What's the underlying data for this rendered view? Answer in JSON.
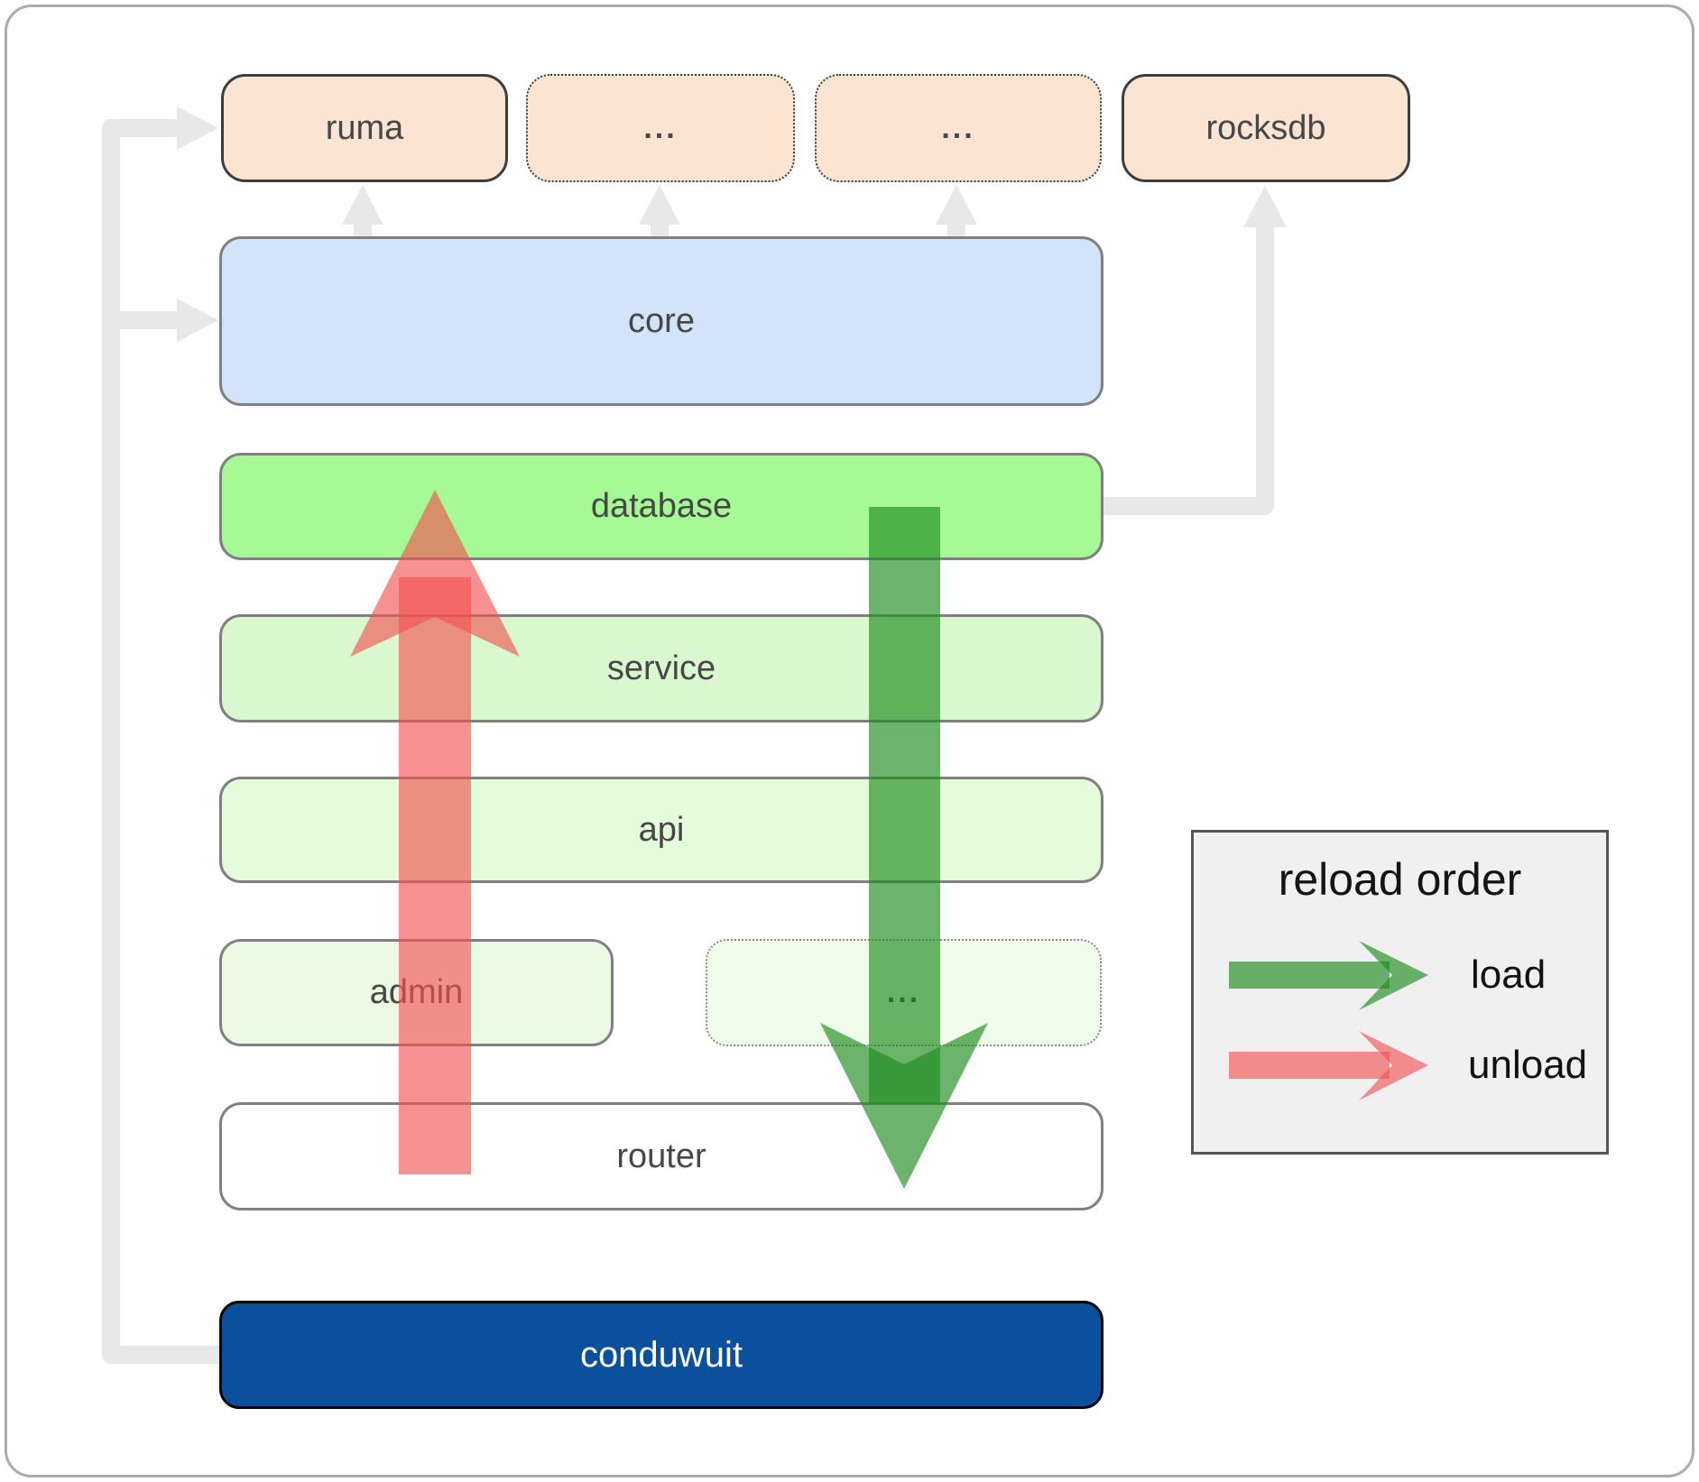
{
  "diagram": {
    "top_row": [
      {
        "label": "ruma",
        "border": "solid"
      },
      {
        "label": "...",
        "border": "dotted"
      },
      {
        "label": "...",
        "border": "dotted"
      },
      {
        "label": "rocksdb",
        "border": "solid"
      }
    ],
    "core": {
      "label": "core"
    },
    "database": {
      "label": "database"
    },
    "service": {
      "label": "service"
    },
    "api": {
      "label": "api"
    },
    "admin": {
      "label": "admin"
    },
    "admin_more": {
      "label": "..."
    },
    "router": {
      "label": "router"
    },
    "app": {
      "label": "conduwuit"
    }
  },
  "legend": {
    "title": "reload order",
    "items": [
      {
        "label": "load",
        "color": "#1d8c1d"
      },
      {
        "label": "unload",
        "color": "#f25050"
      }
    ]
  },
  "colors": {
    "load_green": "#1d8c1d",
    "unload_red": "#f25050",
    "connector_gray": "#e8e8e8",
    "box_peach": "#fce4d2",
    "core_blue": "#d2e4f9",
    "database_green": "#a5fa95",
    "service_green": "#d9f8d0",
    "api_green": "#e4fbdc",
    "admin_green": "#eafae3",
    "conduwuit_blue": "#0a509c",
    "legend_bg": "#f0f0f0"
  }
}
